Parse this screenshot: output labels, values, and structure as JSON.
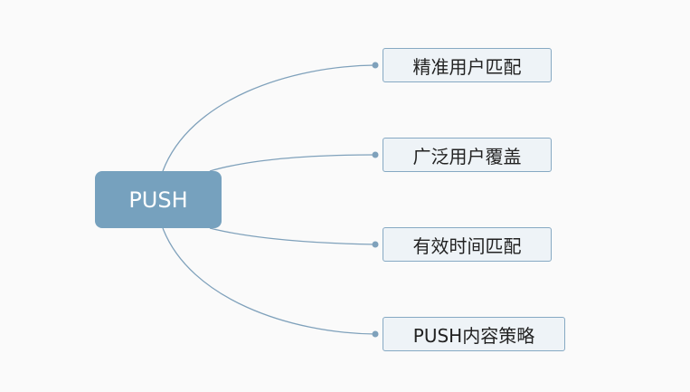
{
  "root": {
    "label": "PUSH"
  },
  "branches": [
    {
      "label": "精准用户匹配"
    },
    {
      "label": "广泛用户覆盖"
    },
    {
      "label": "有效时间匹配"
    },
    {
      "label": "PUSH内容策略"
    }
  ],
  "colors": {
    "root_fill": "#76a1be",
    "child_fill": "#eef3f7",
    "child_border": "#86a9c3",
    "connector": "#7fa1bb",
    "background": "#fafafa"
  }
}
